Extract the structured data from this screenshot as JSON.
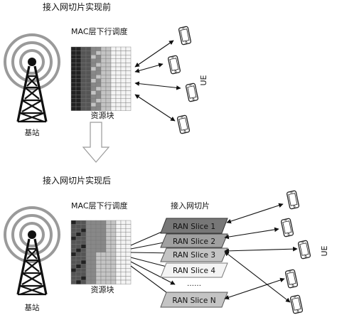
{
  "top_section": {
    "title": "接入网切片实现前",
    "mac_label": "MAC层下行调度",
    "resource_label": "资源块",
    "station_label": "基站",
    "ue_label": "UE"
  },
  "bottom_section": {
    "title": "接入网切片实现后",
    "mac_label": "MAC层下行调度",
    "resource_label": "资源块",
    "station_label": "基站",
    "slice_group_label": "接入网切片",
    "ue_label": "UE",
    "slices": [
      {
        "label": "RAN Slice 1"
      },
      {
        "label": "RAN Slice 2"
      },
      {
        "label": "RAN Slice 3"
      },
      {
        "label": "RAN Slice 4"
      },
      {
        "label": "……"
      },
      {
        "label": "RAN Slice N"
      }
    ]
  },
  "colors": {
    "slice_dark": "#777777",
    "slice_mid": "#a0a0a0",
    "slice_light": "#c4c4c4",
    "slice_white": "#f4f4f4",
    "cell_black": "#222222",
    "cell_dark": "#555555",
    "cell_mid": "#888888"
  }
}
